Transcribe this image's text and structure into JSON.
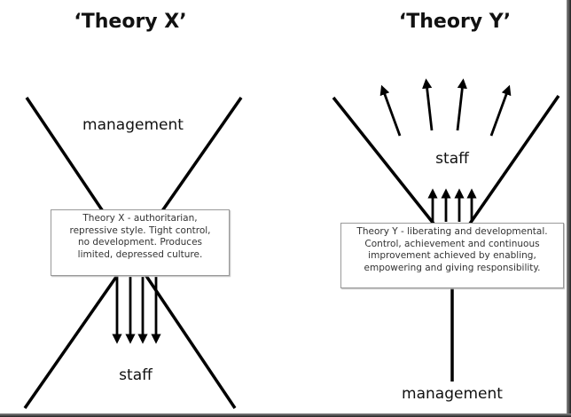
{
  "theory_x": {
    "title": "‘Theory X’",
    "top_label": "management",
    "bottom_label": "staff",
    "description": [
      "Theory X - authoritarian,",
      "repressive style.  Tight control,",
      "no development.  Produces",
      "limited, depressed culture."
    ]
  },
  "theory_y": {
    "title": "‘Theory Y’",
    "top_label": "staff",
    "bottom_label": "management",
    "description": [
      "Theory Y - liberating and  developmental.",
      "Control, achievement and continuous",
      "improvement achieved by enabling,",
      "empowering and giving responsibility."
    ]
  }
}
